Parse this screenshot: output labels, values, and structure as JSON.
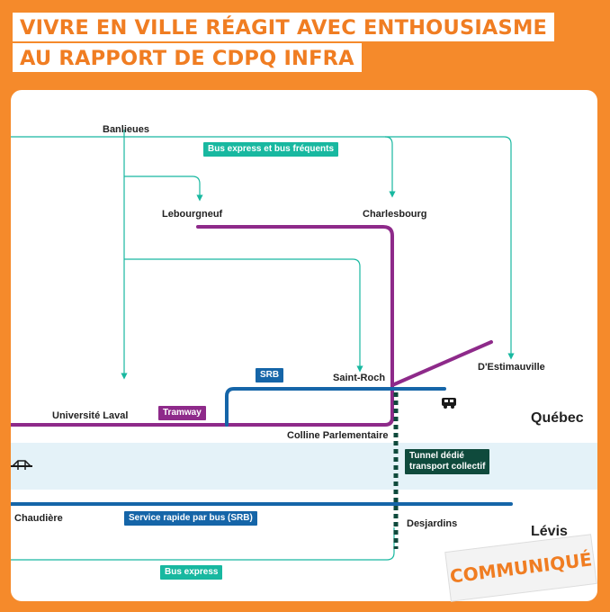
{
  "title": {
    "line1": "VIVRE EN VILLE RÉAGIT AVEC ENTHOUSIASME",
    "line2": "AU RAPPORT DE CDPQ INFRA"
  },
  "map": {
    "stations": {
      "banlieues": "Banlieues",
      "lebourgneuf": "Lebourgneuf",
      "charlesbourg": "Charlesbourg",
      "destimauville": "D'Estimauville",
      "saint_roch": "Saint-Roch",
      "universite_laval": "Université Laval",
      "colline_parlementaire": "Colline Parlementaire",
      "chaudiere": "Chaudière",
      "desjardins": "Desjardins"
    },
    "cities": {
      "quebec": "Québec",
      "levis": "Lévis"
    },
    "tags": {
      "bus_express_frequents": "Bus express et bus fréquents",
      "srb": "SRB",
      "tramway": "Tramway",
      "tunnel_line1": "Tunnel dédié",
      "tunnel_line2": "transport collectif",
      "service_rapide": "Service rapide par bus (SRB)",
      "bus_express": "Bus express"
    },
    "icons": [
      "bus-icon",
      "bridge-icon"
    ],
    "colors": {
      "tramway": "#8e2a8a",
      "srb": "#1565a8",
      "bus": "#18b8a0",
      "tunnel": "#0f4a3c",
      "river": "#e4f2f8",
      "accent": "#f58a2b"
    }
  },
  "badge": "COMMUNIQUÉ"
}
